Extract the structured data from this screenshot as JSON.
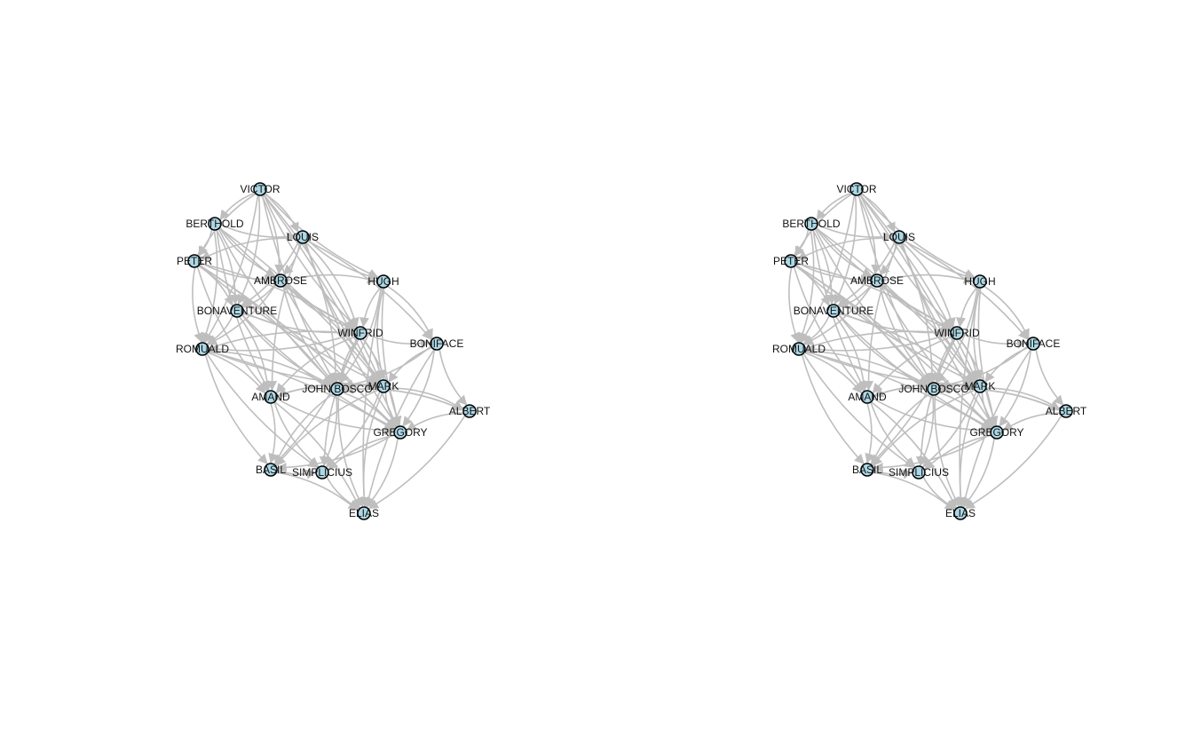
{
  "colors": {
    "background": "#ffffff",
    "edge": "#bebebe",
    "node_fill": "#add8e6",
    "node_stroke": "#000000",
    "label": "#111111"
  },
  "networks": [
    {
      "name": "",
      "nodes": [
        "VICTOR",
        "BERTHOLD",
        "LOUIS",
        "PETER",
        "AMBROSE",
        "HUGH",
        "BONAVENTURE",
        "WINFRID",
        "ROMUALD",
        "BONIFACE",
        "JOHN BOSCO",
        "MARK",
        "AMAND",
        "ALBERT",
        "GREGORY",
        "BASIL",
        "SIMPLICIUS",
        "ELIAS"
      ]
    },
    {
      "name": "",
      "nodes": [
        "VICTOR",
        "BERTHOLD",
        "LOUIS",
        "PETER",
        "AMBROSE",
        "HUGH",
        "BONAVENTURE",
        "WINFRID",
        "ROMUALD",
        "BONIFACE",
        "JOHN BOSCO",
        "MARK",
        "AMAND",
        "ALBERT",
        "GREGORY",
        "BASIL",
        "SIMPLICIUS",
        "ELIAS"
      ]
    }
  ]
}
